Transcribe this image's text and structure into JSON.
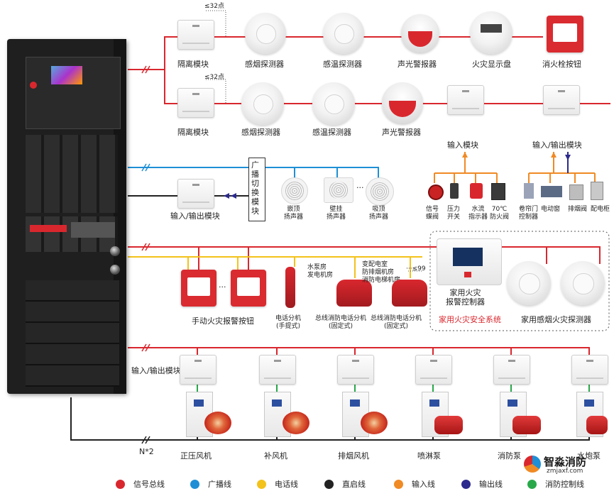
{
  "colors": {
    "signal": "#d9272e",
    "broadcast": "#1e8fd6",
    "phone": "#f3c21b",
    "direct": "#222222",
    "input": "#f08a24",
    "output": "#2c2a8c",
    "control": "#29a84a"
  },
  "row1": {
    "count_note": "≤32点",
    "isolation_module": "隔离模块",
    "smoke_detector": "感烟探测器",
    "heat_detector": "感温探测器",
    "alarm": "声光警报器",
    "display_panel": "火灾显示盘",
    "hydrant_button": "消火栓按钮"
  },
  "row2": {
    "count_note": "≤32点",
    "isolation_module": "隔离模块",
    "smoke_detector": "感烟探测器",
    "heat_detector": "感温探测器",
    "alarm": "声光警报器",
    "input_module": "输入模块",
    "io_module": "输入/输出模块"
  },
  "inputs": {
    "item1": "信号\n蝶阀",
    "item2": "压力\n开关",
    "item3": "水流\n指示器",
    "item4": "70℃\n防火阀"
  },
  "outputs": {
    "item1": "卷帘门\n控制器",
    "item2": "电动窗",
    "item3": "排烟阀",
    "item4": "配电柜"
  },
  "broadcast": {
    "io_module": "输入/输出模块",
    "switch_module": "广\n播\n切\n换\n模\n块",
    "ceiling_speaker": "嵌顶\n扬声器",
    "wall_speaker": "壁挂\n扬声器",
    "ceiling_speaker2": "吸顶\n扬声器",
    "dots": "···"
  },
  "phone": {
    "manual_button": "手动火灾报警按钮",
    "handset": "电话分机\n(手提式)",
    "room1": "水泵房\n发电机房",
    "room2": "变配电室\n防排烟机房\n消防电梯机房",
    "fixed1": "总线消防电话分机\n(固定式)",
    "fixed2": "总线消防电话分机\n(固定式)",
    "count_note": "≤99",
    "dots": "···",
    "dots2": "···"
  },
  "home": {
    "controller": "家用火灾\n报警控制器",
    "system": "家用火灾安全系统",
    "detector": "家用感烟火灾探测器"
  },
  "bottom": {
    "io_module": "输入/输出模块",
    "n2": "N*2",
    "devices": [
      "正压风机",
      "补风机",
      "排烟风机",
      "喷淋泵",
      "消防泵",
      "水炮泵"
    ]
  },
  "legend": [
    {
      "label": "信号总线",
      "color": "#d9272e"
    },
    {
      "label": "广播线",
      "color": "#1e8fd6"
    },
    {
      "label": "电话线",
      "color": "#f3c21b"
    },
    {
      "label": "直启线",
      "color": "#222222"
    },
    {
      "label": "输入线",
      "color": "#f08a24"
    },
    {
      "label": "输出线",
      "color": "#2c2a8c"
    },
    {
      "label": "消防控制线",
      "color": "#29a84a"
    }
  ],
  "brand": {
    "name": "智淼消防",
    "url": "zmjaxf.com"
  }
}
